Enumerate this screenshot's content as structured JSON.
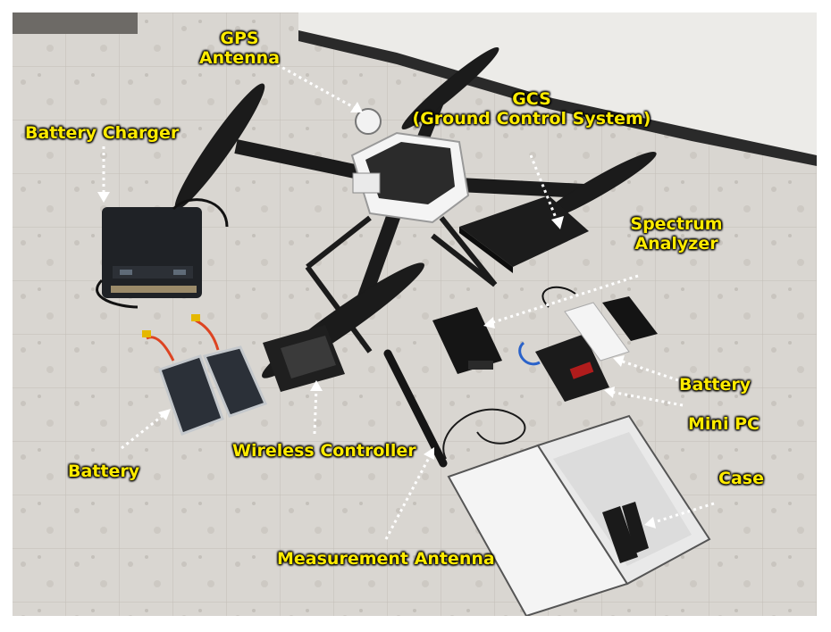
{
  "photo": {
    "description_alt": "",
    "labels": {
      "gps_antenna": [
        "GPS",
        "Antenna"
      ],
      "battery_charger": "Battery Charger",
      "gcs": [
        "GCS",
        "(Ground Control System)"
      ],
      "spectrum_analyzer": [
        "Spectrum",
        "Analyzer"
      ],
      "battery_right": "Battery",
      "mini_pc": "Mini PC",
      "case": "Case",
      "wireless_controller": "Wireless Controller",
      "battery_left": "Battery",
      "measurement_antenna": "Measurement Antenna"
    },
    "label_color": "#ffeb00",
    "arrow_color": "#ffffff"
  }
}
